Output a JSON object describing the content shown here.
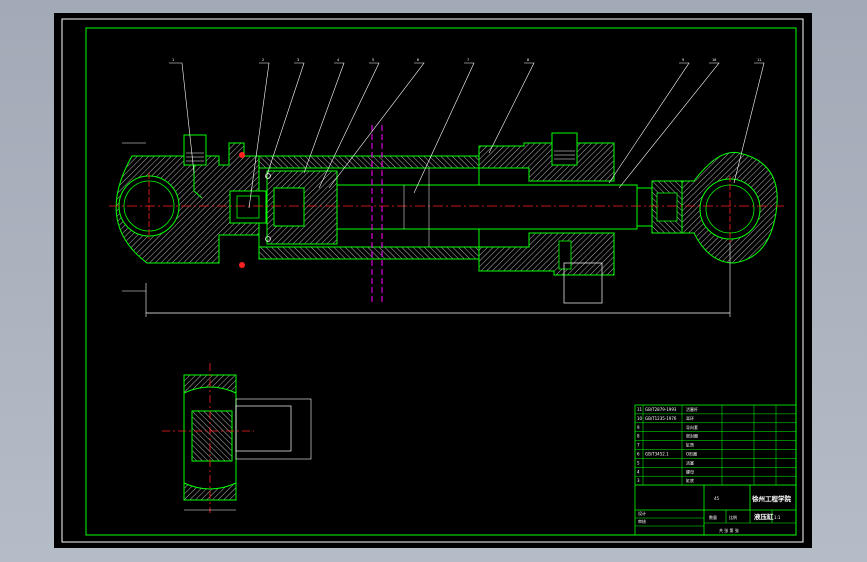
{
  "title_block": {
    "school": "徐州工程学院",
    "drawing_name": "液压缸",
    "scale": "1:1",
    "material_code": "45",
    "ratio_label": "比例",
    "qty_label": "数量",
    "design_label": "设计",
    "check_label": "审核",
    "sheet_label": "共 张 第 张"
  },
  "bom": [
    {
      "no": "11",
      "code": "GB/T2879-1993",
      "name": "活塞杆"
    },
    {
      "no": "10",
      "code": "GB/T1235-1976",
      "name": "耳环"
    },
    {
      "no": "9",
      "code": "",
      "name": "导向套"
    },
    {
      "no": "8",
      "code": "",
      "name": "密封圈"
    },
    {
      "no": "7",
      "code": "",
      "name": "缸筒"
    },
    {
      "no": "6",
      "code": "GB/T3452.1",
      "name": "O形圈"
    },
    {
      "no": "5",
      "code": "",
      "name": "活塞"
    },
    {
      "no": "4",
      "code": "",
      "name": "螺母"
    },
    {
      "no": "3",
      "code": "",
      "name": "缸底"
    }
  ],
  "part_labels": [
    "1",
    "2",
    "3",
    "4",
    "5",
    "6",
    "7",
    "8",
    "9",
    "10",
    "11"
  ],
  "colors": {
    "outline": "#00ff00",
    "hatch": "#ffffff",
    "center": "#ff2020",
    "section": "#ff00ff",
    "text": "#ffffff",
    "border": "#ffffff",
    "viewport": "#000000"
  }
}
